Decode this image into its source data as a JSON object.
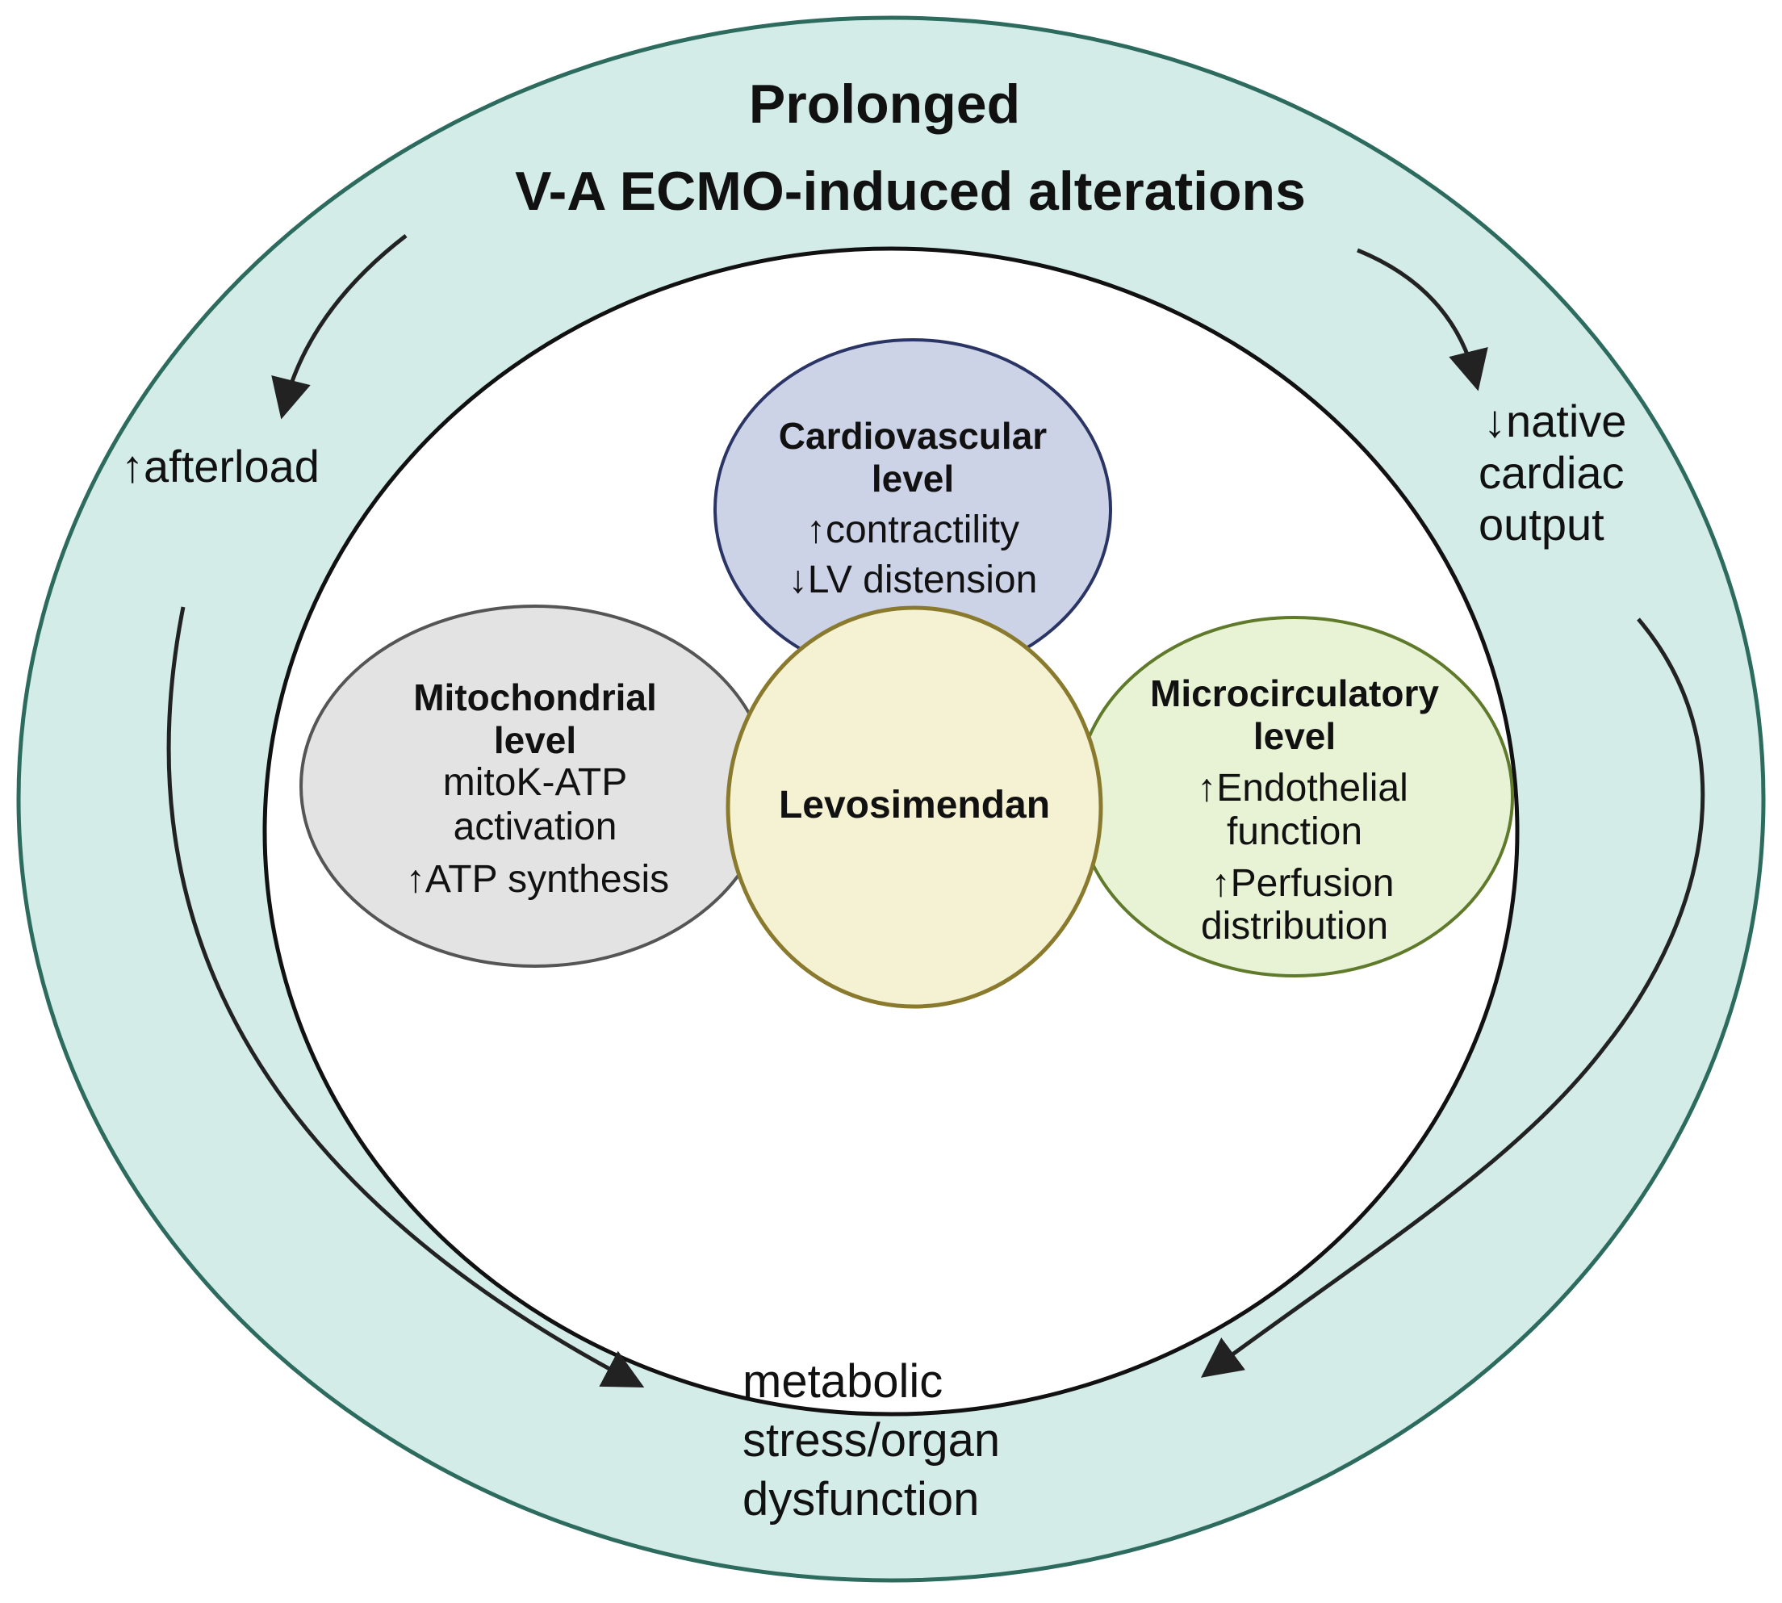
{
  "colors": {
    "outer_ring_fill": "#d3ece8",
    "outer_ring_stroke": "#2c6b5e",
    "inner_stroke": "#111111",
    "cardio_fill": "#cdd3e7",
    "cardio_stroke": "#2a3566",
    "mito_fill": "#e3e3e3",
    "mito_stroke": "#555555",
    "micro_fill": "#e8f3d6",
    "micro_stroke": "#5f7a2a",
    "levo_fill": "#f5f2d4",
    "levo_stroke": "#8a7a2e",
    "arrow": "#222222"
  },
  "title": {
    "line1": "Prolonged",
    "line2": "V-A ECMO-induced alterations"
  },
  "outer": {
    "afterload": "↑afterload",
    "native_line1": "↓native",
    "native_line2": "cardiac",
    "native_line3": "output",
    "outcome_line1": "metabolic",
    "outcome_line2": "stress/organ",
    "outcome_line3": "dysfunction"
  },
  "center": {
    "label": "Levosimendan"
  },
  "cardiovascular": {
    "title_line1": "Cardiovascular",
    "title_line2": "level",
    "effect1": "↑contractility",
    "effect2": "↓LV distension"
  },
  "mitochondrial": {
    "title_line1": "Mitochondrial",
    "title_line2": "level",
    "effect1": "mitoK-ATP",
    "effect2": "activation",
    "effect3": "↑ATP synthesis"
  },
  "microcirculatory": {
    "title_line1": "Microcirculatory",
    "title_line2": "level",
    "effect1": "↑Endothelial",
    "effect2": "function",
    "effect3": "↑Perfusion",
    "effect4": "distribution"
  }
}
